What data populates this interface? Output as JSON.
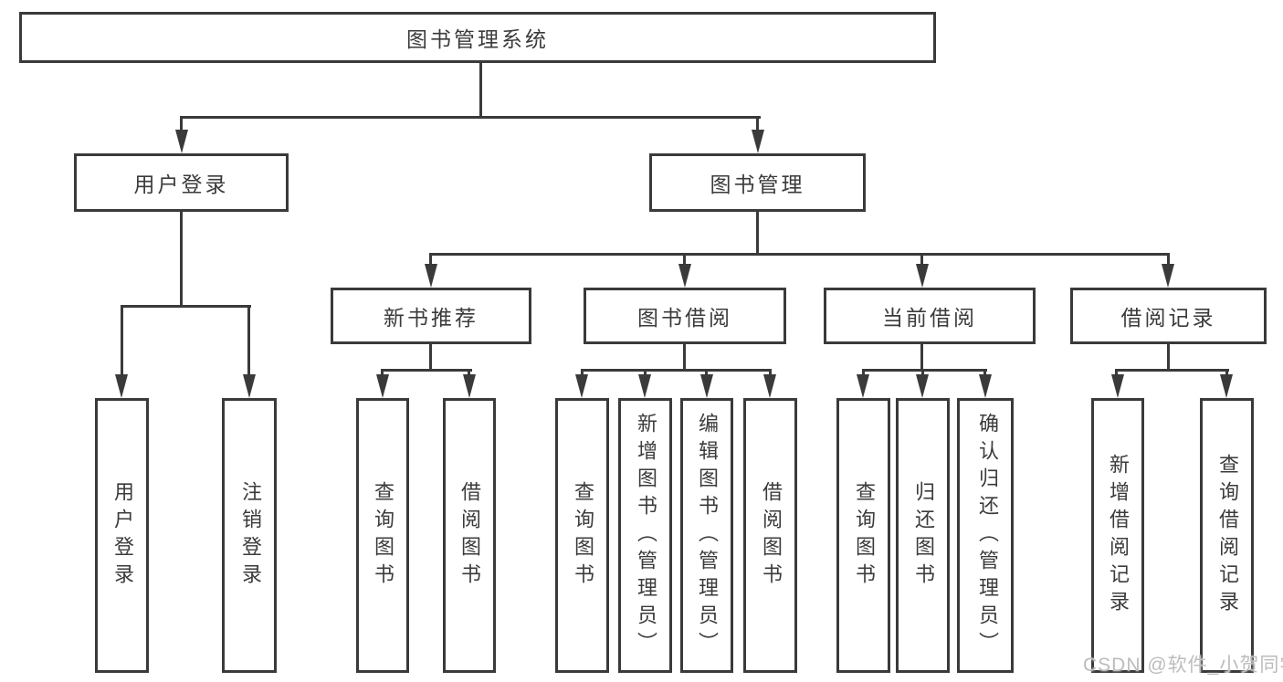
{
  "tree": {
    "root": {
      "label": "图书管理系统"
    },
    "l2": [
      {
        "label": "用户登录",
        "parent": "图书管理系统"
      },
      {
        "label": "图书管理",
        "parent": "图书管理系统"
      }
    ],
    "l3": [
      {
        "label": "新书推荐",
        "parent": "图书管理"
      },
      {
        "label": "图书借阅",
        "parent": "图书管理"
      },
      {
        "label": "当前借阅",
        "parent": "图书管理"
      },
      {
        "label": "借阅记录",
        "parent": "图书管理"
      }
    ],
    "leaves": [
      {
        "label": "用户登录",
        "parent": "用户登录"
      },
      {
        "label": "注销登录",
        "parent": "用户登录"
      },
      {
        "label": "查询图书",
        "parent": "新书推荐"
      },
      {
        "label": "借阅图书",
        "parent": "新书推荐"
      },
      {
        "label": "查询图书",
        "parent": "图书借阅"
      },
      {
        "label": "新增图书（管理员）",
        "parent": "图书借阅"
      },
      {
        "label": "编辑图书（管理员）",
        "parent": "图书借阅"
      },
      {
        "label": "借阅图书",
        "parent": "图书借阅"
      },
      {
        "label": "查询图书",
        "parent": "当前借阅"
      },
      {
        "label": "归还图书",
        "parent": "当前借阅"
      },
      {
        "label": "确认归还（管理员）",
        "parent": "当前借阅"
      },
      {
        "label": "新增借阅记录",
        "parent": "借阅记录"
      },
      {
        "label": "查询借阅记录",
        "parent": "借阅记录"
      }
    ]
  },
  "watermark": {
    "text": "CSDN @软件_小贺同学"
  },
  "colors": {
    "line": "#3a3a3a",
    "text": "#3b3b3b",
    "box_background": "#ffffff",
    "page_background": "#ffffff",
    "watermark": "#bcbcbc"
  }
}
